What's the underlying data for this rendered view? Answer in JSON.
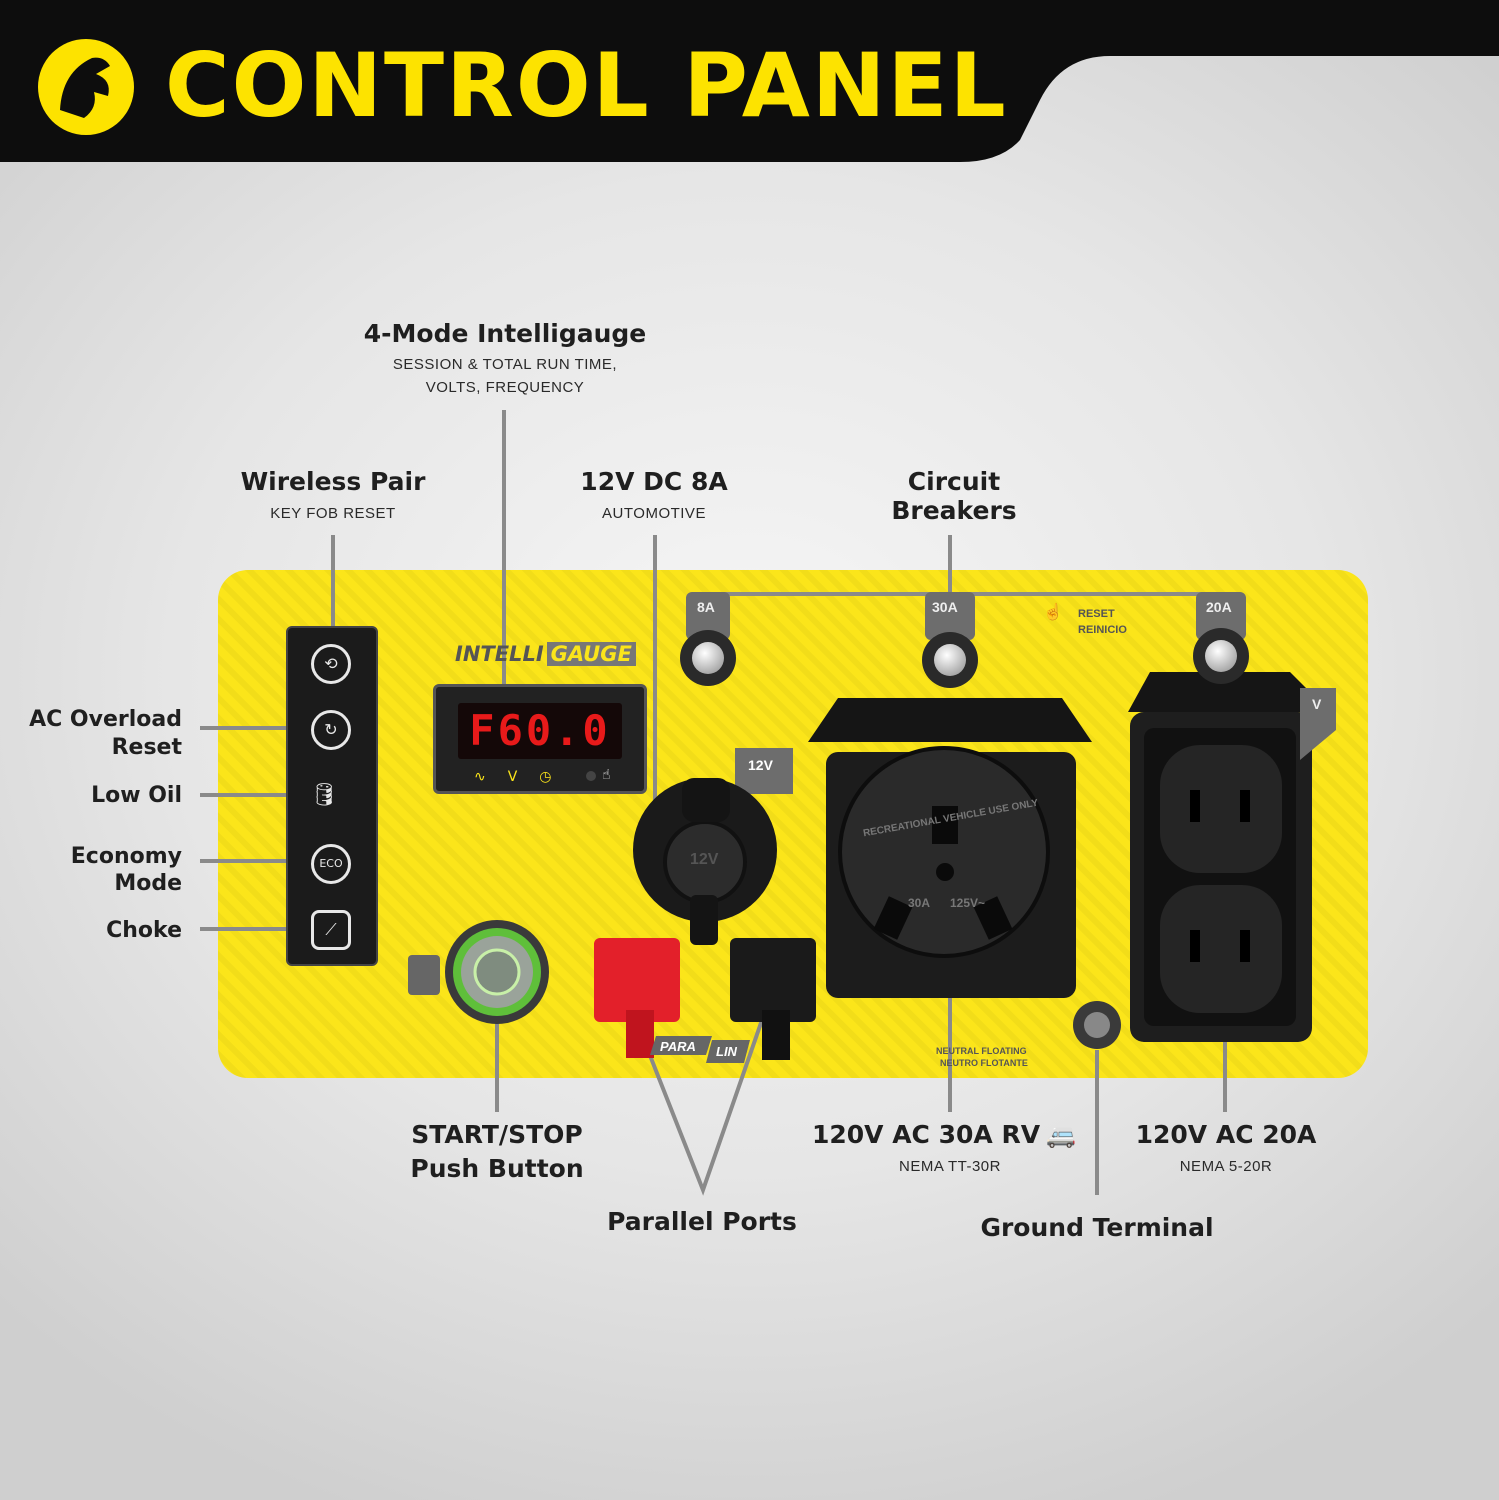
{
  "header": {
    "title": "CONTROL PANEL",
    "logo_icon": "champion-horse-logo-icon",
    "colors": {
      "bar": "#0d0d0d",
      "accent": "#fde300"
    }
  },
  "callouts": {
    "intelligauge": {
      "title": "4-Mode Intelligauge",
      "sub1": "SESSION & TOTAL RUN TIME,",
      "sub2": "VOLTS, FREQUENCY"
    },
    "wireless": {
      "title": "Wireless Pair",
      "sub": "KEY FOB RESET"
    },
    "dc": {
      "title": "12V DC 8A",
      "sub": "AUTOMOTIVE"
    },
    "breakers": {
      "line1": "Circuit",
      "line2": "Breakers"
    },
    "ac_overload": {
      "line1": "AC Overload",
      "line2": "Reset"
    },
    "low_oil": {
      "title": "Low Oil"
    },
    "economy": {
      "line1": "Economy",
      "line2": "Mode"
    },
    "choke": {
      "title": "Choke"
    },
    "start_stop": {
      "line1": "START/STOP",
      "line2": "Push Button"
    },
    "parallel": {
      "title": "Parallel Ports"
    },
    "rv": {
      "title": "120V AC 30A RV",
      "sub": "NEMA TT-30R"
    },
    "ground": {
      "title": "Ground Terminal"
    },
    "ac20": {
      "title": "120V AC 20A",
      "sub": "NEMA 5-20R"
    }
  },
  "panel": {
    "brand_a": "INTELLI",
    "brand_b": "GAUGE",
    "display_value": "F60.0",
    "breaker_labels": [
      "8A",
      "30A",
      "20A"
    ],
    "reset_line1": "RESET",
    "reset_line2": "REINICIO",
    "dc_badge": "12V",
    "dc_socket_text": "12V",
    "rv_outlet_text_top": "RECREATIONAL VEHICLE USE ONLY",
    "rv_outlet_rating_a": "30A",
    "rv_outlet_rating_v": "125V~",
    "parallel_a": "PARA",
    "parallel_b": "LIN",
    "neutral_1": "NEUTRAL FLOATING",
    "neutral_2": "NEUTRO FLOTANTE",
    "ac20_badge": "V",
    "eco_text": "ECO"
  }
}
